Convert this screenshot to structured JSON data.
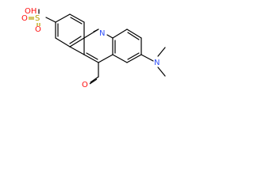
{
  "molecule": {
    "atom_labels": {
      "sulfonic_oh": "OH",
      "sulfonic_s": "S",
      "sulfonyl_o_left": "O",
      "sulfonyl_o_bottom": "O",
      "ring_nitrogen": "N",
      "dimethylamino_nitrogen": "N",
      "aldehyde_oxygen": "O"
    },
    "colors": {
      "carbon_bond": "#000000",
      "oxygen": "#ff0d0d",
      "nitrogen": "#3050f8",
      "sulfur": "#b8a000"
    }
  }
}
